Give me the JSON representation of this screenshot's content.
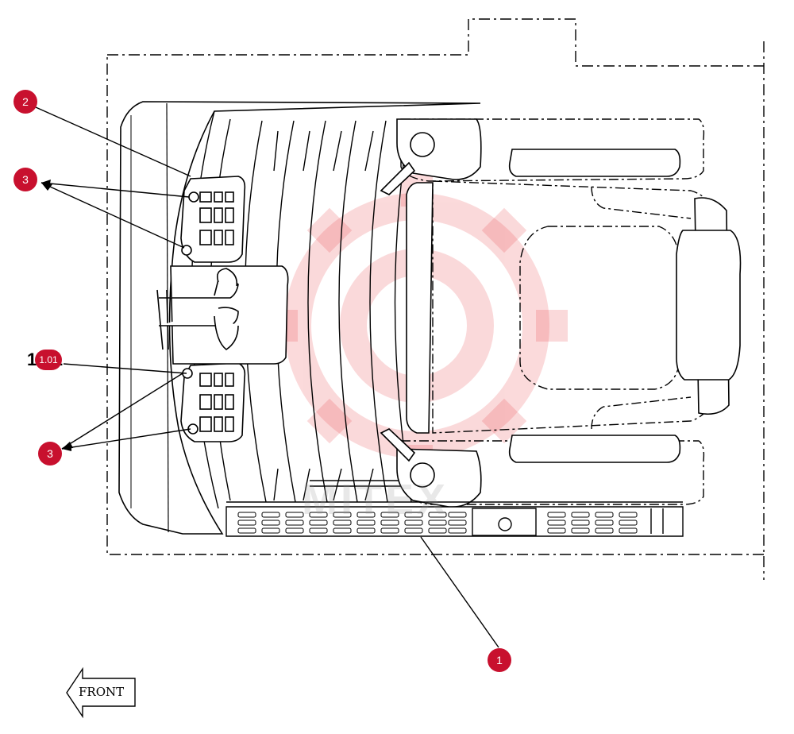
{
  "callouts": {
    "c1": "1",
    "c2": "2",
    "c3a": "3",
    "c3b": "3"
  },
  "reference": {
    "label_behind": "1.0.1",
    "badge": "1.01"
  },
  "direction_label": "FRONT",
  "watermark": {
    "text": "MITEX",
    "color": "#e8333a"
  },
  "colors": {
    "callout": "#c8102e",
    "line": "#000000"
  }
}
